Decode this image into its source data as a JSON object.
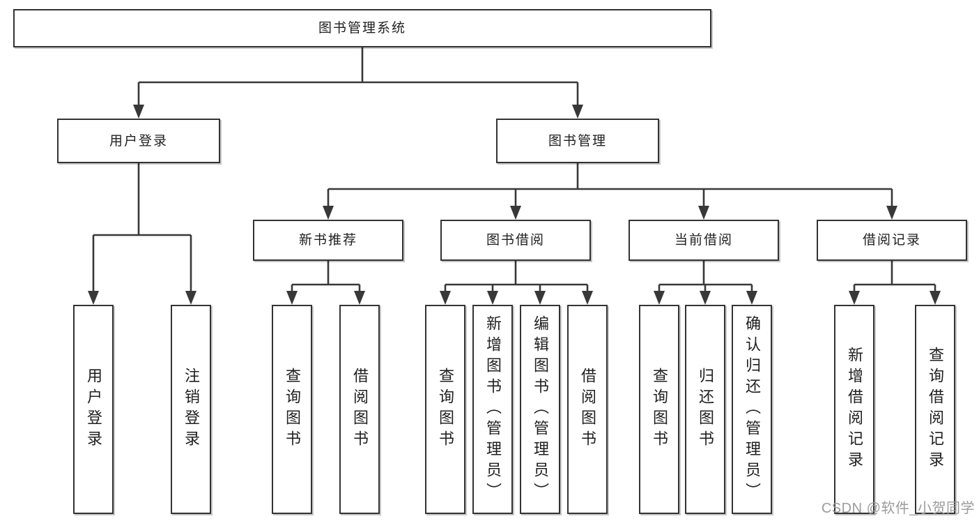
{
  "tree": {
    "label": "图书管理系统",
    "children": [
      {
        "label": "用户登录",
        "children": [
          {
            "label": "用户登录"
          },
          {
            "label": "注销登录"
          }
        ]
      },
      {
        "label": "图书管理",
        "children": [
          {
            "label": "新书推荐",
            "children": [
              {
                "label": "查询图书"
              },
              {
                "label": "借阅图书"
              }
            ]
          },
          {
            "label": "图书借阅",
            "children": [
              {
                "label": "查询图书"
              },
              {
                "label": "新增图书（管理员）"
              },
              {
                "label": "编辑图书（管理员）"
              },
              {
                "label": "借阅图书"
              }
            ]
          },
          {
            "label": "当前借阅",
            "children": [
              {
                "label": "查询图书"
              },
              {
                "label": "归还图书"
              },
              {
                "label": "确认归还（管理员）"
              }
            ]
          },
          {
            "label": "借阅记录",
            "children": [
              {
                "label": "新增借阅记录"
              },
              {
                "label": "查询借阅记录"
              }
            ]
          }
        ]
      }
    ]
  },
  "watermark": "CSDN @软件_小贺同学",
  "colors": {
    "line": "#383838",
    "box_border": "#333333",
    "box_background": "#ffffff",
    "text": "#1f1f1f",
    "watermark": "#9c9c9c",
    "background": "#ffffff"
  }
}
